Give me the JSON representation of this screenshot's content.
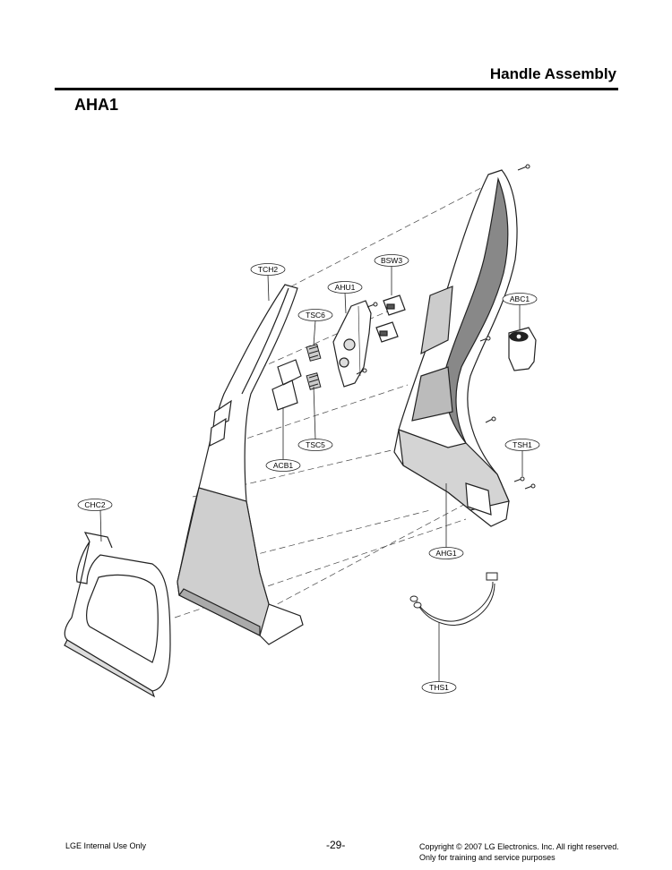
{
  "header": {
    "title": "Handle Assembly"
  },
  "section": {
    "code": "AHA1"
  },
  "callouts": [
    {
      "id": "tch2",
      "label": "TCH2"
    },
    {
      "id": "ahu1",
      "label": "AHU1"
    },
    {
      "id": "bsw3",
      "label": "BSW3"
    },
    {
      "id": "tsc6",
      "label": "TSC6"
    },
    {
      "id": "abc1",
      "label": "ABC1"
    },
    {
      "id": "tsc5",
      "label": "TSC5"
    },
    {
      "id": "tsh1",
      "label": "TSH1"
    },
    {
      "id": "acb1",
      "label": "ACB1"
    },
    {
      "id": "chc2",
      "label": "CHC2"
    },
    {
      "id": "ahg1",
      "label": "AHG1"
    },
    {
      "id": "ths1",
      "label": "THS1"
    }
  ],
  "footer": {
    "left": "LGE Internal Use Only",
    "page": "-29-",
    "copyright": "Copyright © 2007 LG Electronics. Inc. All right reserved.",
    "purpose": "Only for training and service purposes"
  }
}
